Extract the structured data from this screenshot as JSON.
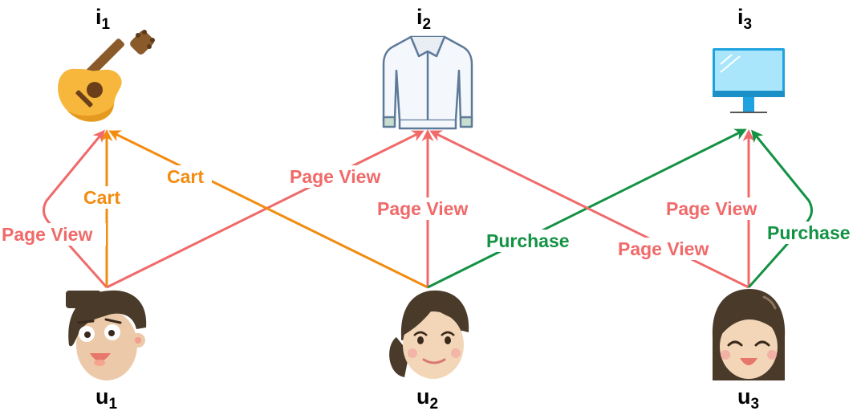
{
  "colors": {
    "page_view": "#f06a6a",
    "cart": "#f28c11",
    "purchase": "#139244"
  },
  "items": [
    {
      "id": "i1",
      "letter": "i",
      "index": "1",
      "icon": "guitar-icon"
    },
    {
      "id": "i2",
      "letter": "i",
      "index": "2",
      "icon": "shirt-icon"
    },
    {
      "id": "i3",
      "letter": "i",
      "index": "3",
      "icon": "monitor-icon"
    }
  ],
  "users": [
    {
      "id": "u1",
      "letter": "u",
      "index": "1",
      "icon": "boy-avatar-icon"
    },
    {
      "id": "u2",
      "letter": "u",
      "index": "2",
      "icon": "woman-avatar-icon"
    },
    {
      "id": "u3",
      "letter": "u",
      "index": "3",
      "icon": "girl-avatar-icon"
    }
  ],
  "edges": [
    {
      "from": "u1",
      "to": "i1",
      "type": "page_view",
      "label": "Page View"
    },
    {
      "from": "u1",
      "to": "i1",
      "type": "cart",
      "label": "Cart"
    },
    {
      "from": "u1",
      "to": "i2",
      "type": "page_view",
      "label": "Page View"
    },
    {
      "from": "u2",
      "to": "i1",
      "type": "cart",
      "label": "Cart"
    },
    {
      "from": "u2",
      "to": "i2",
      "type": "page_view",
      "label": "Page View"
    },
    {
      "from": "u2",
      "to": "i3",
      "type": "purchase",
      "label": "Purchase"
    },
    {
      "from": "u3",
      "to": "i2",
      "type": "page_view",
      "label": "Page View"
    },
    {
      "from": "u3",
      "to": "i3",
      "type": "page_view",
      "label": "Page View"
    },
    {
      "from": "u3",
      "to": "i3",
      "type": "purchase",
      "label": "Purchase"
    }
  ]
}
